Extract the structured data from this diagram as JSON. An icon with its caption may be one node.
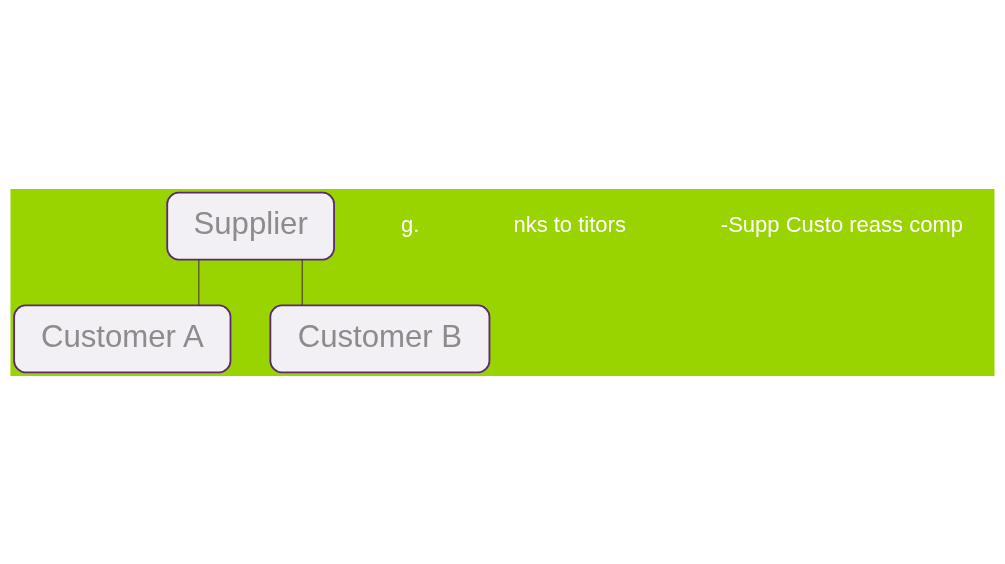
{
  "diagram": {
    "nodes": [
      {
        "text": [
          "Supplier"
        ]
      },
      {
        "text": [
          "Customer A"
        ]
      },
      {
        "text": [
          "Customer B"
        ]
      }
    ],
    "edges": [
      {
        "from": 0,
        "to": 1,
        "arrow": "none"
      },
      {
        "from": 0,
        "to": 2,
        "arrow": "none"
      }
    ],
    "labels": [
      "g.",
      "nks to titors",
      "-Supp Custo reass comp"
    ]
  }
}
